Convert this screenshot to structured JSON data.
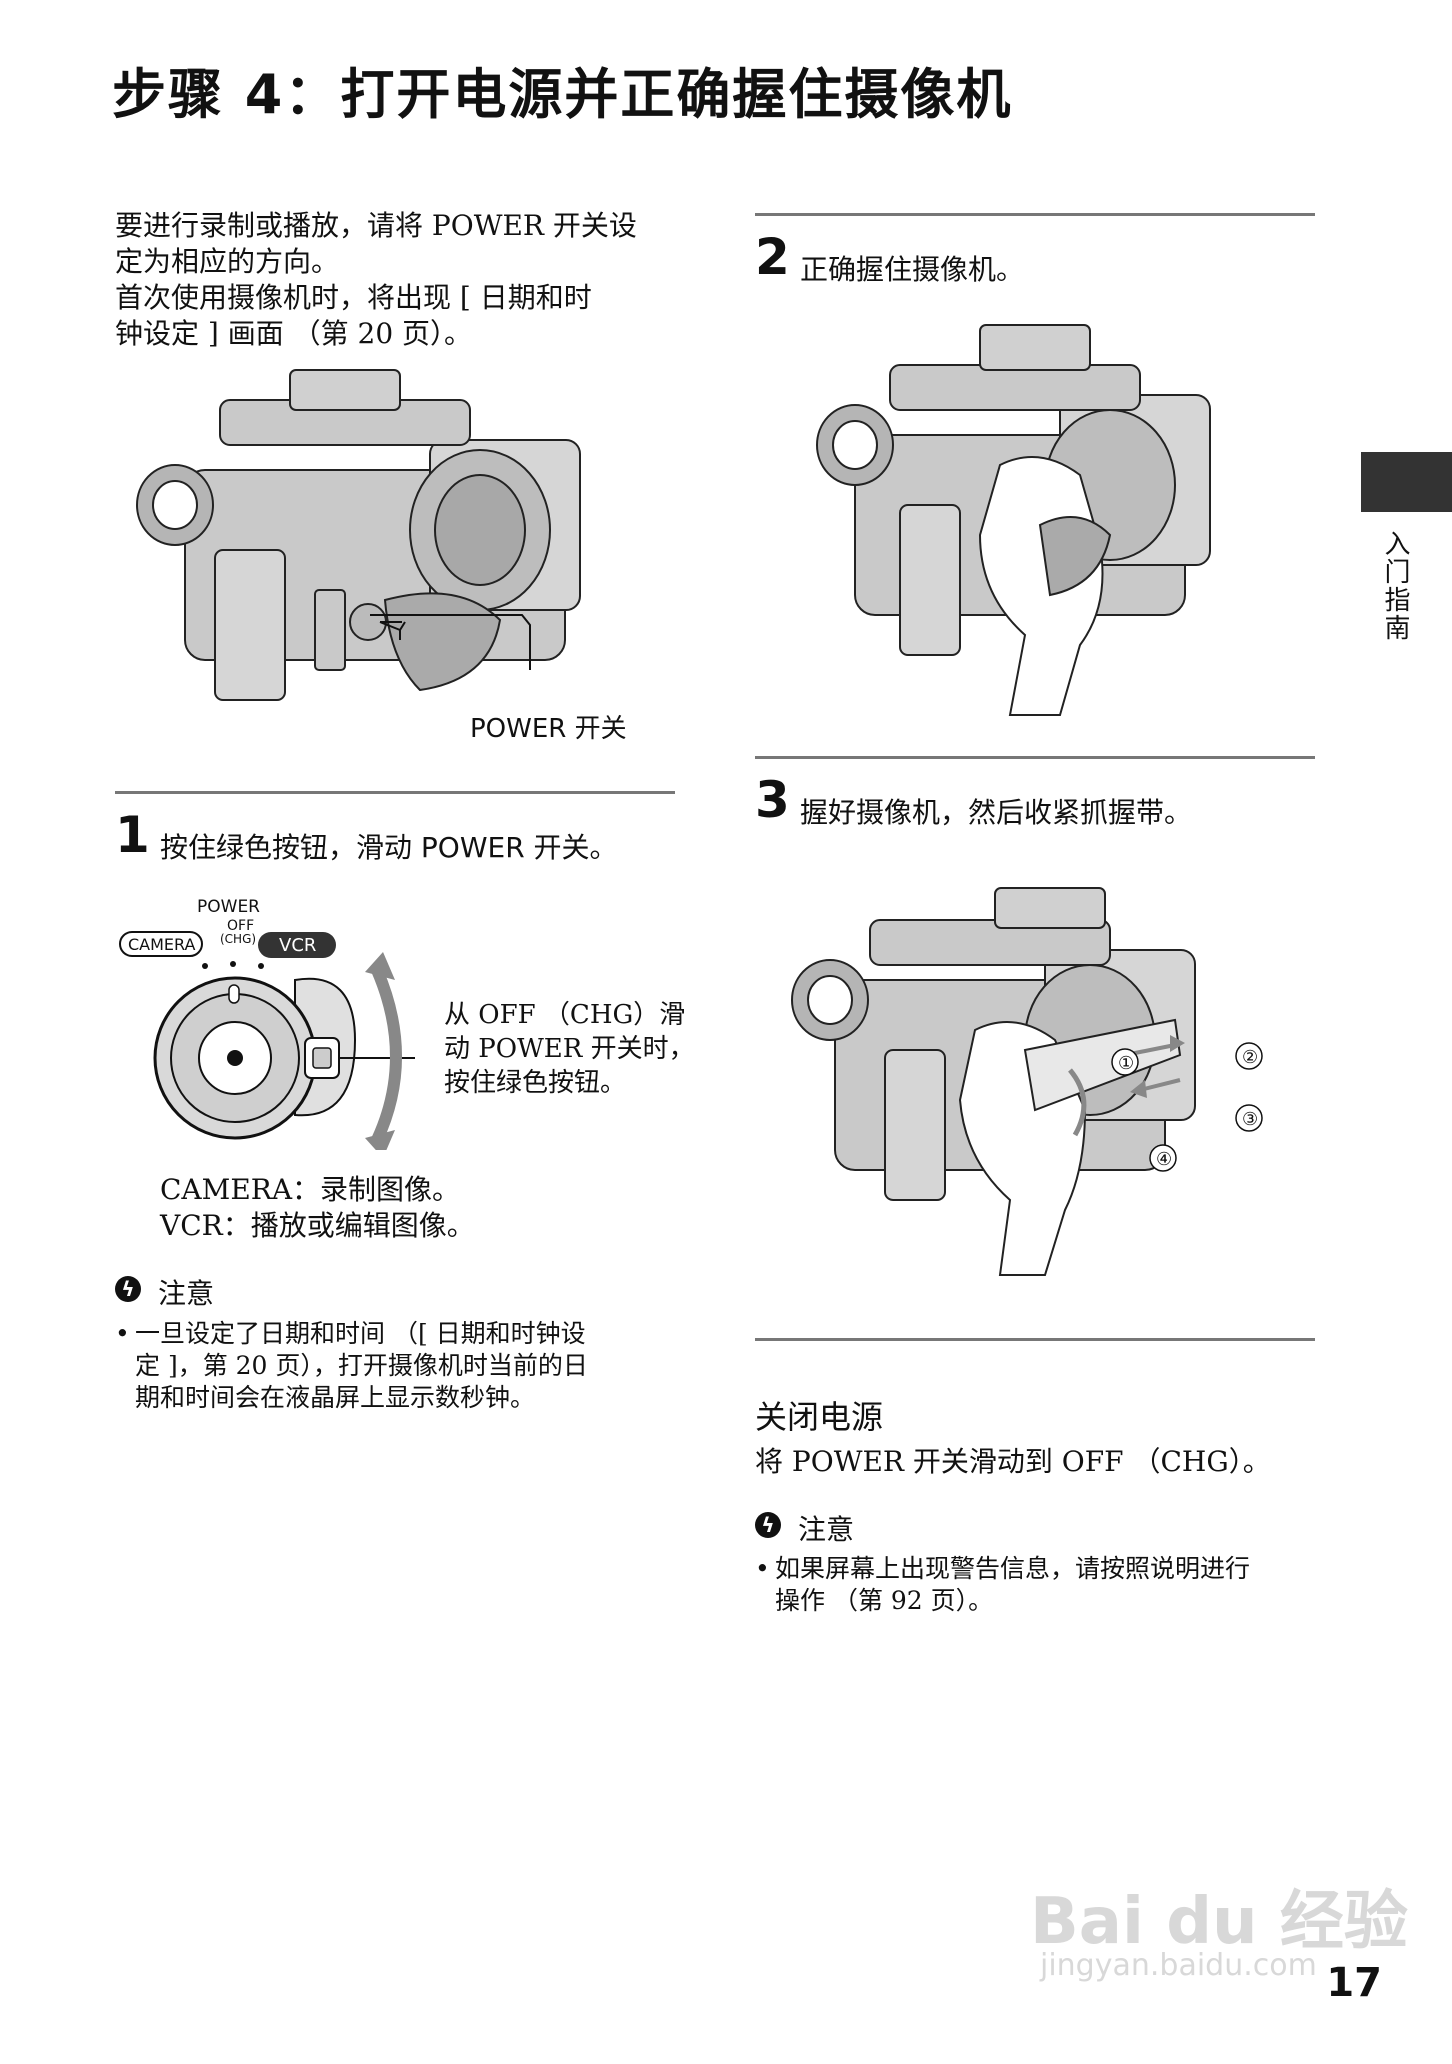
{
  "page": {
    "title": "步骤 4：打开电源并正确握住摄像机",
    "side_tab_label": "入门指南",
    "page_number": "17",
    "watermark": "Bai du 经验",
    "watermark_url": "jingyan.baidu.com"
  },
  "intro": {
    "line1": "要进行录制或播放，请将 POWER 开关设",
    "line2": "定为相应的方向。",
    "line3": "首次使用摄像机时，将出现 [ 日期和时",
    "line4": "钟设定 ] 画面 （第 20 页）。"
  },
  "figure1": {
    "callout": "POWER 开关"
  },
  "step1": {
    "number": "1",
    "text": "按住绿色按钮，滑动 POWER 开关。",
    "diagram": {
      "power_label": "POWER",
      "off_label": "OFF",
      "chg_label": "(CHG)",
      "camera_label": "CAMERA",
      "vcr_label": "VCR",
      "callout_line1": "从 OFF （CHG）滑",
      "callout_line2": "动 POWER 开关时，",
      "callout_line3": "按住绿色按钮。"
    },
    "camera_desc": "CAMERA：录制图像。",
    "vcr_desc": "VCR：播放或编辑图像。",
    "note_title": "注意",
    "note_line1": "一旦设定了日期和时间 （[ 日期和时钟设",
    "note_line2": "定 ]，第 20 页），打开摄像机时当前的日",
    "note_line3": "期和时间会在液晶屏上显示数秒钟。"
  },
  "step2": {
    "number": "2",
    "text": "正确握住摄像机。"
  },
  "step3": {
    "number": "3",
    "text": "握好摄像机，然后收紧抓握带。",
    "markers": [
      "①",
      "②",
      "③",
      "④"
    ]
  },
  "power_off": {
    "heading": "关闭电源",
    "text": "将 POWER 开关滑动到 OFF （CHG）。",
    "note_title": "注意",
    "note_line1": "如果屏幕上出现警告信息，请按照说明进行",
    "note_line2": "操作 （第 92 页）。"
  },
  "icons": {
    "note": "warning-icon"
  }
}
